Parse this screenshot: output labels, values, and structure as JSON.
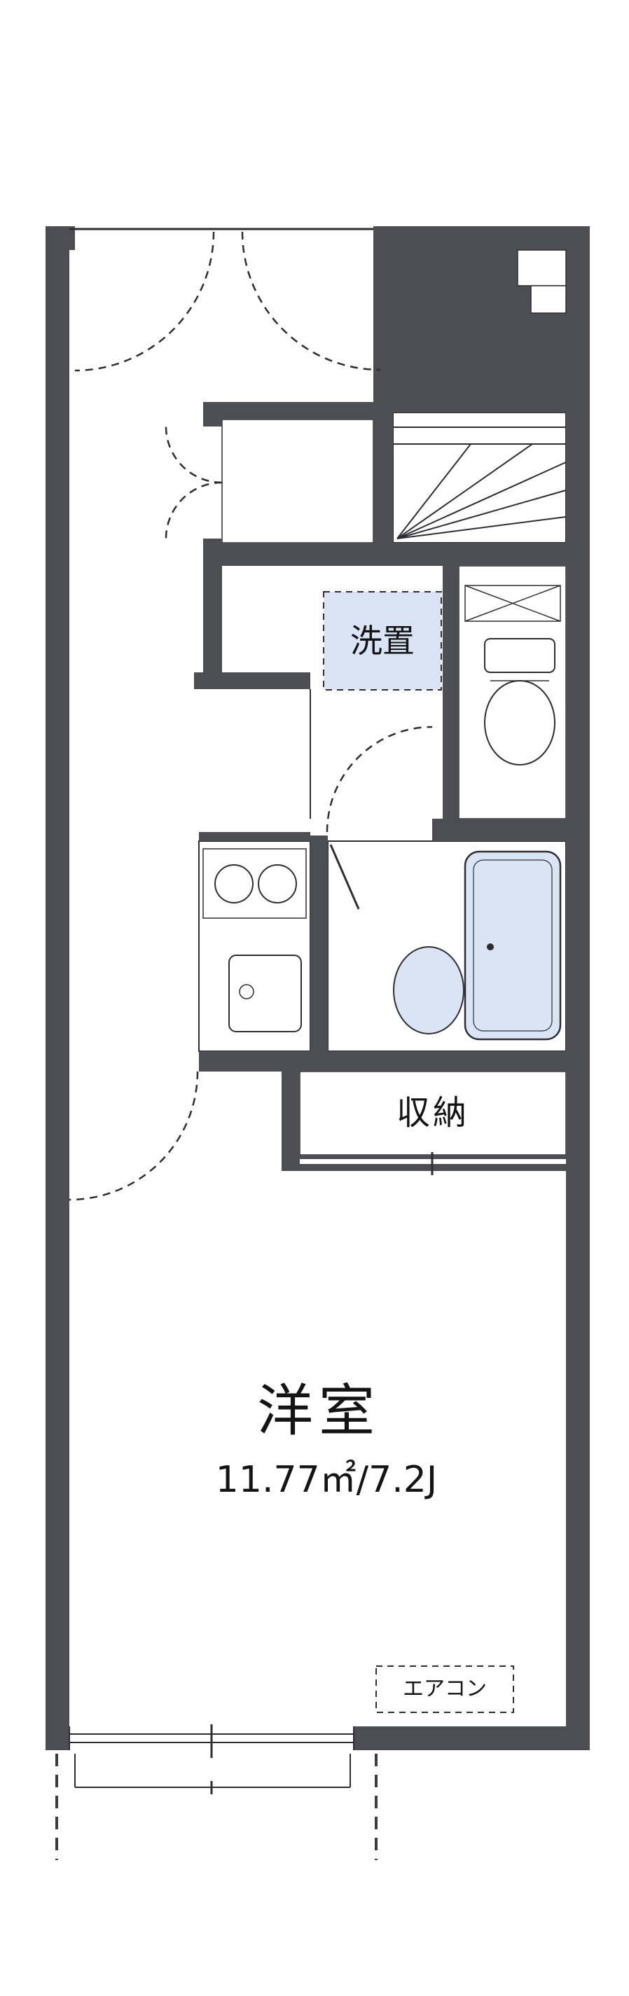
{
  "floorplan": {
    "labels": {
      "washer": "洗置",
      "storage": "収納",
      "main_room": "洋室",
      "main_room_size": "11.77㎡/7.2J",
      "aircon": "エアコン"
    },
    "colors": {
      "wall": "#4d4d54",
      "room_blue": "#d9e4f5",
      "room_cream": "#fbf1d5",
      "line": "#2e2e32",
      "background": "#ffffff"
    }
  }
}
